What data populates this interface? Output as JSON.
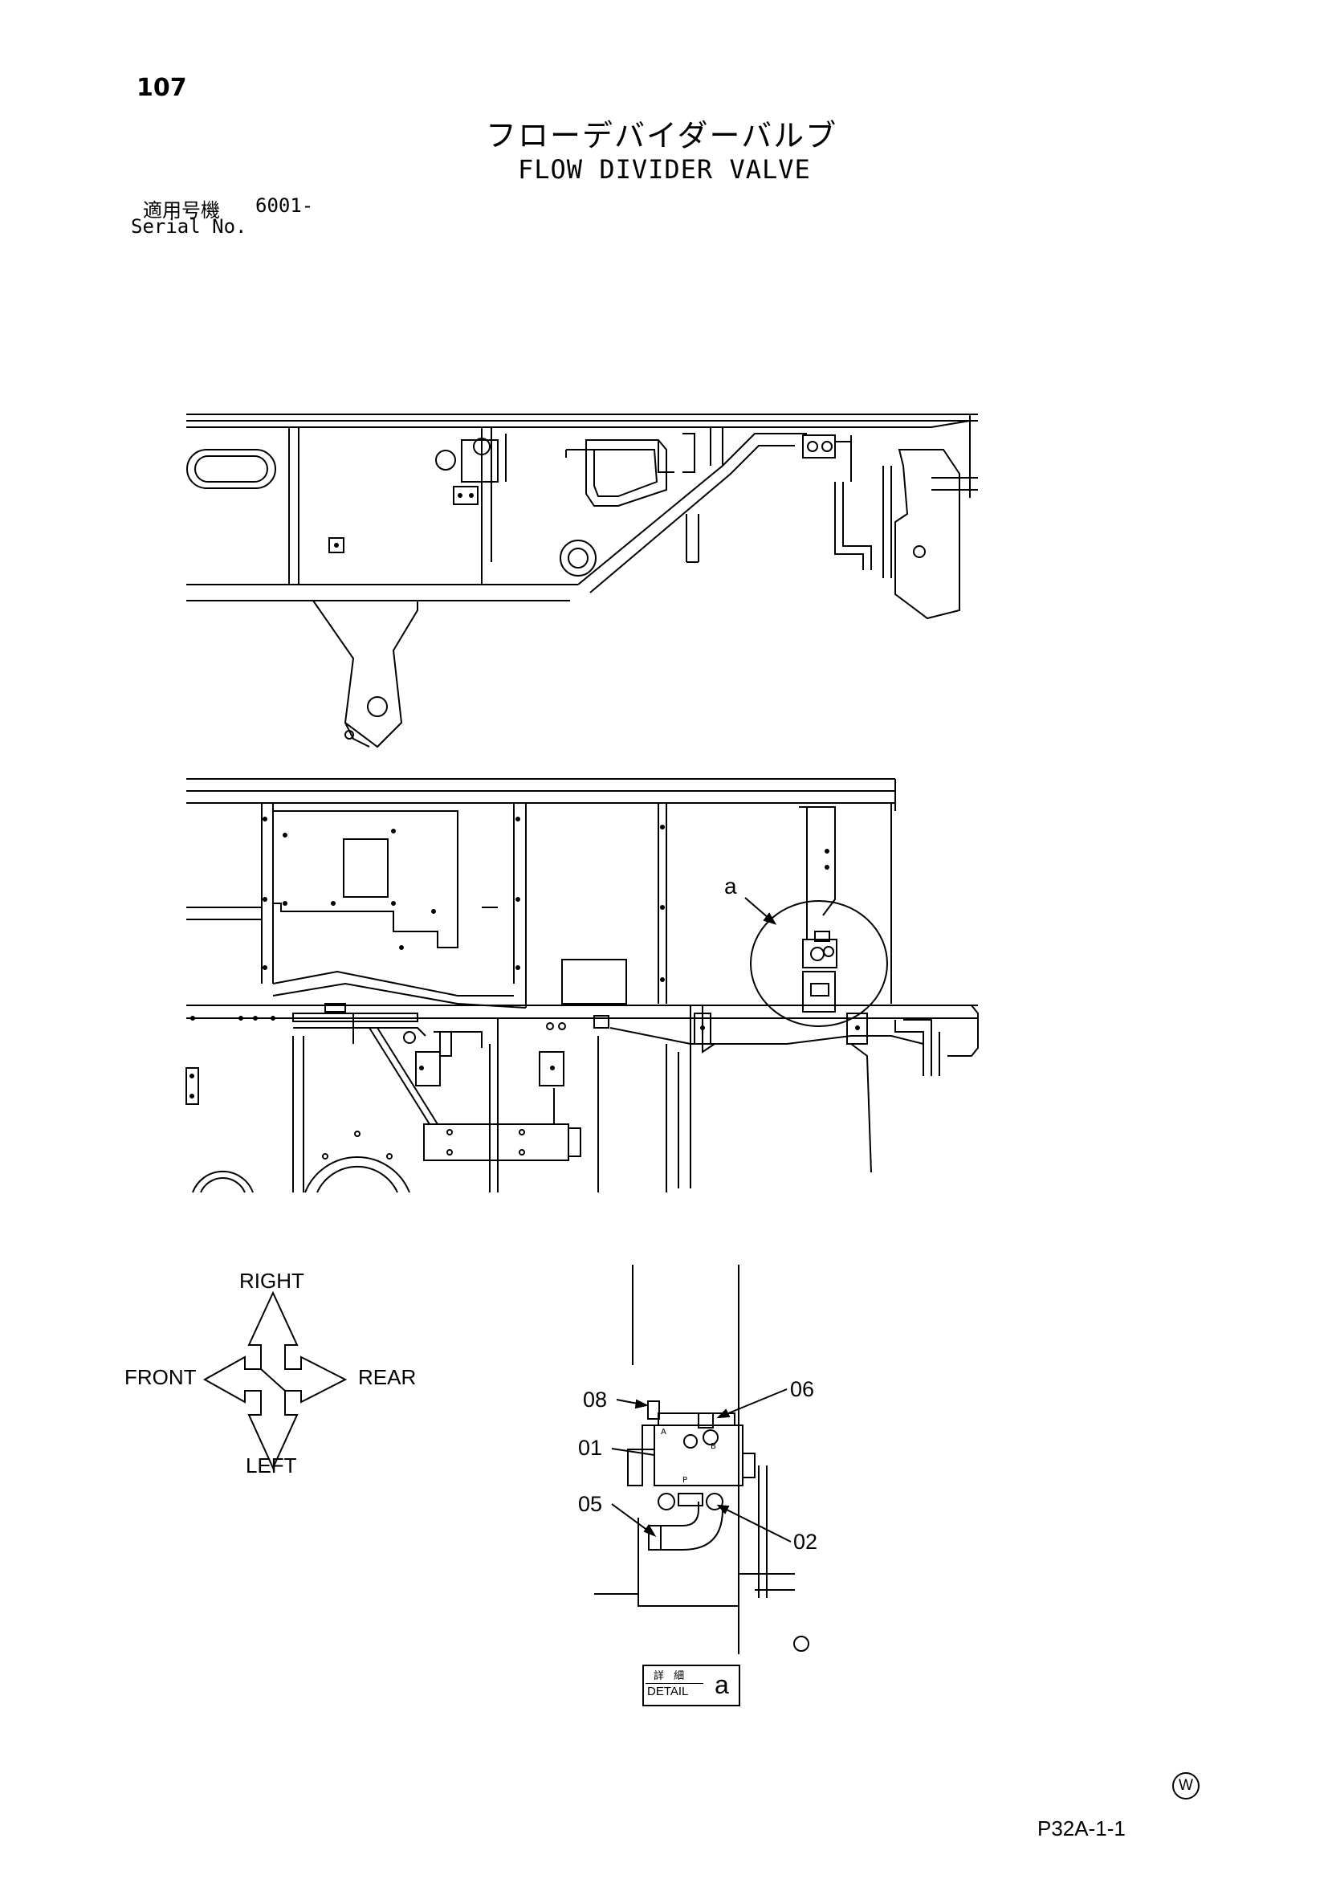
{
  "page": {
    "number": "107",
    "title_jp": "フローデバイダーバルブ",
    "title_en": "FLOW DIVIDER VALVE",
    "serial_label_jp": "適用号機",
    "serial_value": "6001-",
    "serial_label_en": "Serial No.",
    "code": "P32A-1-1",
    "mark": "W"
  },
  "orientation": {
    "right": "RIGHT",
    "front": "FRONT",
    "rear": "REAR",
    "left": "LEFT"
  },
  "callouts": {
    "detail_ref": "a",
    "part_08": "08",
    "part_06": "06",
    "part_01": "01",
    "part_05": "05",
    "part_02": "02"
  },
  "detail_label": {
    "jp": "詳 細",
    "en": "DETAIL",
    "letter": "a"
  },
  "valve_port_labels": {
    "a": "A",
    "b": "B",
    "p": "P"
  }
}
